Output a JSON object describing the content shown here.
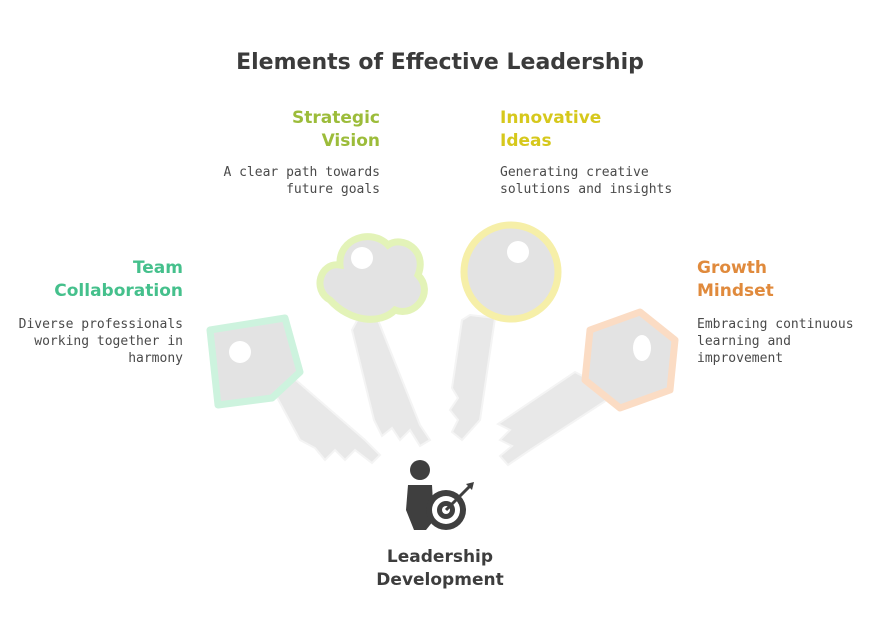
{
  "title": "Elements of Effective Leadership",
  "center": {
    "label_line1": "Leadership",
    "label_line2": "Development",
    "icon": "person-target-icon"
  },
  "elements": [
    {
      "head_line1": "Team",
      "head_line2": "Collaboration",
      "desc_line1": "Diverse professionals",
      "desc_line2": "working together in",
      "desc_line3": "harmony",
      "color": "#45c08c",
      "key_color": "#cdf3de"
    },
    {
      "head_line1": "Strategic",
      "head_line2": "Vision",
      "desc_line1": "A clear path towards",
      "desc_line2": "future goals",
      "color": "#9cbc3a",
      "key_color": "#e3f3b8"
    },
    {
      "head_line1": "Innovative",
      "head_line2": "Ideas",
      "desc_line1": "Generating creative",
      "desc_line2": "solutions and insights",
      "color": "#d6c81c",
      "key_color": "#f6efa8"
    },
    {
      "head_line1": "Growth",
      "head_line2": "Mindset",
      "desc_line1": "Embracing continuous",
      "desc_line2": "learning and",
      "desc_line3": "improvement",
      "color": "#e08a3c",
      "key_color": "#fbdcc4"
    }
  ]
}
